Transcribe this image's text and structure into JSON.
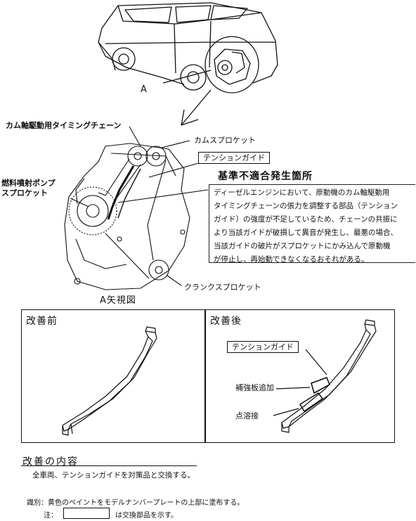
{
  "labels": {
    "view_a": "A",
    "cam_chain": "カム軸駆動用タイミングチェーン",
    "cam_sprocket": "カムスプロケット",
    "tension_guide_top": "テンションガイド",
    "defect_location": "基準不適合発生箇所",
    "fuel_pump_line1": "燃料噴射ポンプ",
    "fuel_pump_line2": "スプロケット",
    "crank_sprocket": "クランクスプロケット",
    "view_a_caption": "A矢視図"
  },
  "description": [
    "ディーゼルエンジンにおいて、原動機のカム軸駆動用",
    "タイミングチェーンの張力を調整する部品（テンション",
    "ガイド）の強度が不足しているため、チェーンの共振に",
    "より当該ガイドが破損して異音が発生し、最悪の場合、",
    "当該ガイドの破片がスプロケットにかみ込んで原動機",
    "が停止し、再始動できなくなるおそれがある。"
  ],
  "before_panel": {
    "title": "改善前"
  },
  "after_panel": {
    "title": "改善後",
    "tension_guide": "テンションガイド",
    "reinforcement": "補強板追加",
    "spot_weld": "点溶接"
  },
  "remedy": {
    "heading": "改善の内容",
    "text": "全車両、テンションガイドを対策品と交換する。"
  },
  "identification": "識別：黄色のペイントをモデルナンバープレートの上部に塗布する。",
  "note": {
    "prefix": "注：",
    "suffix": "は交換部品を示す。"
  }
}
